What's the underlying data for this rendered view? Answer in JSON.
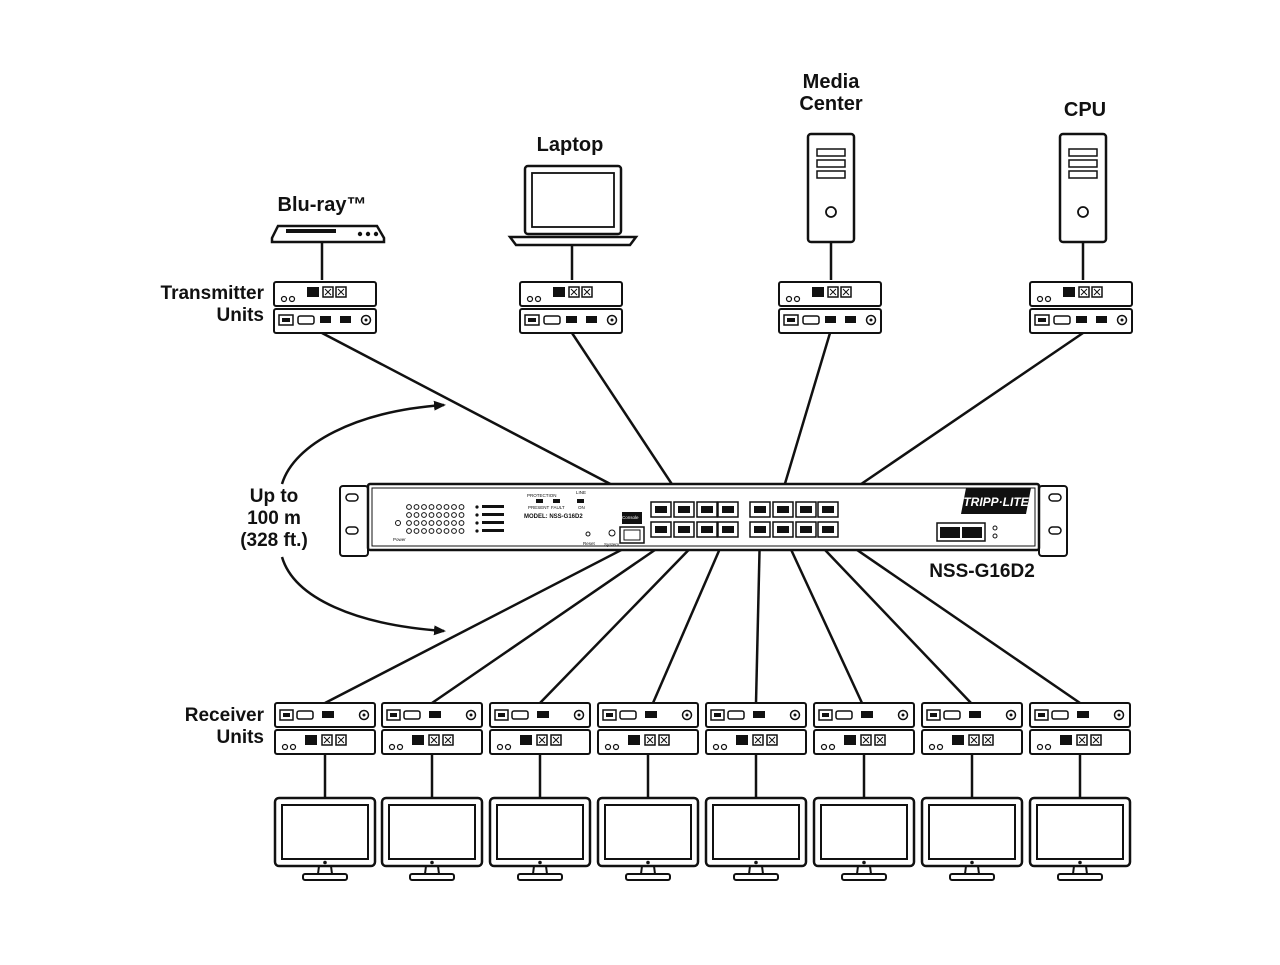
{
  "sources": {
    "bluray": "Blu-ray™",
    "laptop": "Laptop",
    "media_center": "Media\nCenter",
    "cpu": "CPU"
  },
  "labels": {
    "transmitter_units": "Transmitter\nUnits",
    "receiver_units": "Receiver\nUnits",
    "distance": "Up to\n100 m\n(328 ft.)",
    "switch_model": "NSS-G16D2"
  },
  "switch_panel": {
    "brand": "TRIPP·LITE",
    "model_text": "MODEL: NSS-G16D2",
    "protection": "PROTECTION",
    "present": "PRESENT",
    "fault": "FAULT",
    "line": "LINE",
    "on": "ON",
    "console": "Console",
    "reset": "Reset",
    "system": "System",
    "power": "Power"
  },
  "icons": {
    "bluray": "bluray-player-icon",
    "laptop": "laptop-icon",
    "tower": "tower-pc-icon",
    "monitor": "monitor-icon",
    "extender": "hdmi-extender-icon",
    "switch": "network-switch-icon"
  }
}
